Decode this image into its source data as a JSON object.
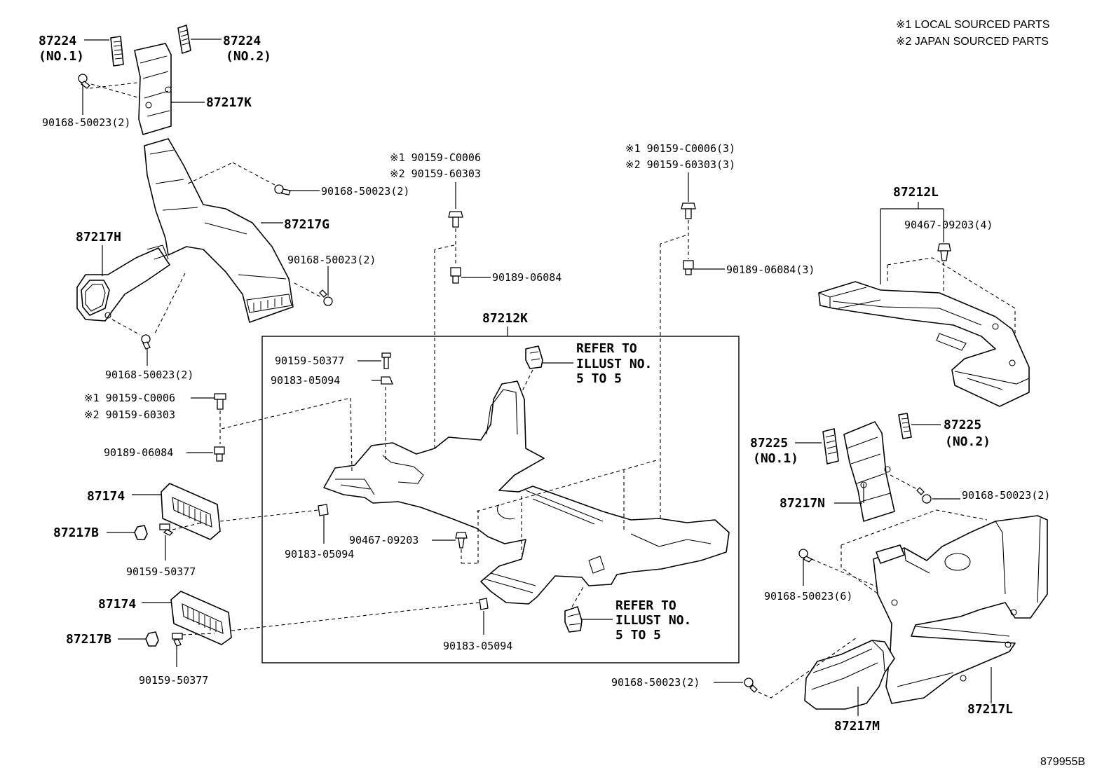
{
  "notes": {
    "local": "※1 LOCAL SOURCED PARTS",
    "japan": "※2 JAPAN SOURCED PARTS"
  },
  "figure_id": "879955B",
  "labels": {
    "p87224_no1": "87224",
    "p87224_no1_sub": "(NO.1)",
    "p87224_no2": "87224",
    "p87224_no2_sub": "(NO.2)",
    "p87217K": "87217K",
    "s_50023_a": "90168-50023(2)",
    "s_50023_b": "90168-50023(2)",
    "p87217G": "87217G",
    "p87217H": "87217H",
    "s_50023_c": "90168-50023(2)",
    "s_50023_d": "90168-50023(2)",
    "c0006_a": "※1 90159-C0006",
    "s60303_a": "※2 90159-60303",
    "n06084_a": "90189-06084",
    "p87212K": "87212K",
    "c0006_b": "※1 90159-C0006(3)",
    "s60303_b": "※2 90159-60303(3)",
    "n06084_b": "90189-06084(3)",
    "p87212L": "87212L",
    "c09203_a": "90467-09203(4)",
    "s50377_a": "90159-50377",
    "c05094_a": "90183-05094",
    "refer_a_1": "REFER TO",
    "refer_a_2": "ILLUST NO.",
    "refer_a_3": "5 TO 5",
    "c0006_c": "※1 90159-C0006",
    "s60303_c": "※2 90159-60303",
    "n06084_c": "90189-06084",
    "p87174_a": "87174",
    "p87217B_a": "87217B",
    "c05094_b": "90183-05094",
    "s50377_b": "90159-50377",
    "c09203_b": "90467-09203",
    "p87174_b": "87174",
    "p87217B_b": "87217B",
    "s50377_c": "90159-50377",
    "c05094_c": "90183-05094",
    "refer_b_1": "REFER TO",
    "refer_b_2": "ILLUST NO.",
    "refer_b_3": "5 TO 5",
    "p87225_no1": "87225",
    "p87225_no1_sub": "(NO.1)",
    "p87225_no2": "87225",
    "p87225_no2_sub": "(NO.2)",
    "p87217N": "87217N",
    "s_50023_e": "90168-50023(2)",
    "s_50023_f": "90168-50023(6)",
    "s_50023_g": "90168-50023(2)",
    "p87217M": "87217M",
    "p87217L": "87217L"
  }
}
